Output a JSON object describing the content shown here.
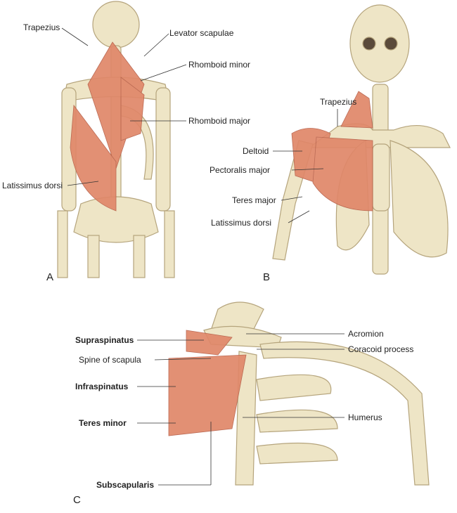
{
  "panels": {
    "a": {
      "letter": "A",
      "labels": {
        "trapezius": "Trapezius",
        "levator_scapulae": "Levator scapulae",
        "rhomboid_minor": "Rhomboid minor",
        "rhomboid_major": "Rhomboid major",
        "latissimus_dorsi": "Latissimus dorsi"
      }
    },
    "b": {
      "letter": "B",
      "labels": {
        "trapezius": "Trapezius",
        "deltoid": "Deltoid",
        "pectoralis_major": "Pectoralis major",
        "teres_major": "Teres major",
        "latissimus_dorsi": "Latissimus dorsi"
      }
    },
    "c": {
      "letter": "C",
      "labels": {
        "supraspinatus": "Supraspinatus",
        "spine_of_scapula": "Spine of scapula",
        "infraspinatus": "Infraspinatus",
        "teres_minor": "Teres minor",
        "subscapularis": "Subscapularis",
        "acromion": "Acromion",
        "coracoid_process": "Coracoid process",
        "humerus": "Humerus"
      }
    }
  },
  "colors": {
    "bone": "#eee5c6",
    "bone_stroke": "#b5a47c",
    "muscle": "#e08769",
    "cartilage": "#b8c4da",
    "tendon": "#dfe3ec"
  }
}
